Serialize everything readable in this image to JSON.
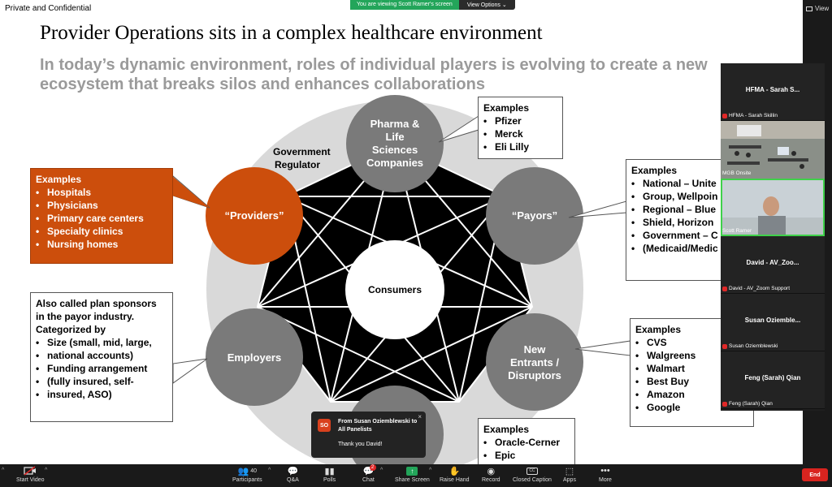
{
  "slide": {
    "confidential": "Private and Confidential",
    "title": "Provider Operations sits in a complex healthcare environment",
    "subtitle_line1": "In today’s dynamic environment, roles of individual players is evolving to create a new",
    "subtitle_line2": "ecosystem that breaks silos and enhances collaborations",
    "government_regulator": [
      "Government",
      "Regulator"
    ],
    "consumers": "Consumers",
    "nodes": {
      "pharma": [
        "Pharma &",
        "Life",
        "Sciences",
        "Companies"
      ],
      "providers": "“Providers”",
      "payors": "“Payors”",
      "employers": "Employers",
      "new_entrants": [
        "New",
        "Entrants /",
        "Disruptors"
      ]
    },
    "callouts": {
      "pharma": {
        "title": "Examples",
        "items": [
          "Pfizer",
          "Merck",
          "Eli Lilly"
        ]
      },
      "providers": {
        "title": "Examples",
        "items": [
          "Hospitals",
          "Physicians",
          "Primary care centers",
          "Specialty clinics",
          "Nursing homes"
        ]
      },
      "payors": {
        "title": "Examples",
        "items": [
          "National – Unite",
          "Group, Wellpoin",
          "Regional – Blue",
          "Shield, Horizon",
          "Government – C",
          "(Medicaid/Medic"
        ]
      },
      "employers": {
        "lines": [
          "Also called plan sponsors",
          "in the payor industry.",
          "Categorized by"
        ],
        "items": [
          "Size (small, mid, large,",
          "national accounts)",
          "Funding arrangement",
          "(fully insured, self-",
          "insured, ASO)"
        ]
      },
      "new_entrants": {
        "title": "Examples",
        "items": [
          "CVS",
          "Walgreens",
          "Walmart",
          "Best Buy",
          "Amazon",
          "Google"
        ]
      },
      "tech": {
        "title": "Examples",
        "items": [
          "Oracle-Cerner",
          "Epic"
        ]
      }
    },
    "colors": {
      "providers": "#cc4e0c",
      "node_gray": "#7a7a7a",
      "ring": "#d9d9d9",
      "heptagon": "#000000"
    }
  },
  "share_banner": {
    "viewing": "You are viewing Scott Ramer's screen",
    "view_options": "View Options ⌄"
  },
  "top_right": {
    "view_label": "View"
  },
  "video_panel": [
    {
      "center": "HFMA - Sarah S...",
      "corner": "HFMA - Sarah Skillin",
      "type": "name"
    },
    {
      "center": "",
      "corner": "MGB Onsite",
      "type": "image"
    },
    {
      "center": "",
      "corner": "Scott Ramer",
      "type": "image-active"
    },
    {
      "center": "David - AV_Zoo...",
      "corner": "David - AV_Zoom Support",
      "type": "name"
    },
    {
      "center": "Susan Oziemble...",
      "corner": "Susan Oziemblewski",
      "type": "name"
    },
    {
      "center": "Feng (Sarah) Qian",
      "corner": "Feng (Sarah) Qian",
      "type": "name"
    }
  ],
  "toast": {
    "avatar": "SO",
    "from": "From Susan Oziemblewski to All Panelists",
    "message": "Thank you David!",
    "close": "×"
  },
  "toolbar": {
    "start_video": "Start Video",
    "participants": "Participants",
    "participants_count": "40",
    "qa": "Q&A",
    "polls": "Polls",
    "chat": "Chat",
    "chat_badge": "2",
    "share_screen": "Share Screen",
    "raise_hand": "Raise Hand",
    "record": "Record",
    "closed_caption": "Closed Caption",
    "apps": "Apps",
    "more": "More",
    "end": "End"
  }
}
